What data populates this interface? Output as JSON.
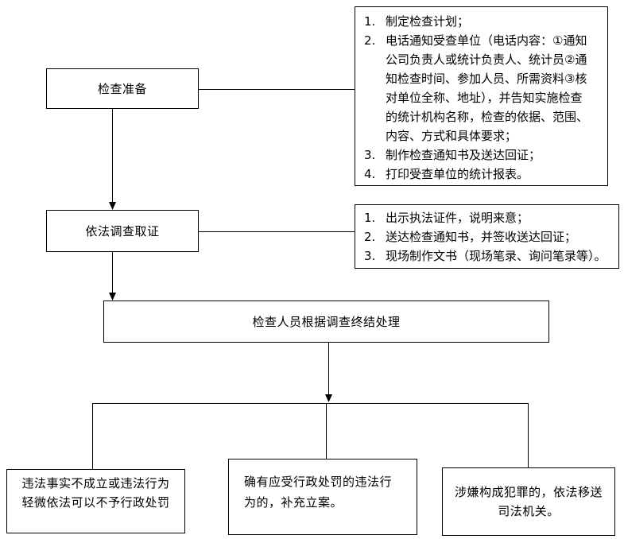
{
  "colors": {
    "line": "#000000",
    "background": "#ffffff"
  },
  "steps": {
    "prepare": {
      "label": "检查准备",
      "details": [
        {
          "num": "1.",
          "lines": [
            "制定检查计划；"
          ]
        },
        {
          "num": "2.",
          "lines": [
            "电话通知受查单位（电话内容：①通知",
            "公司负责人或统计负责人、统计员②通",
            "知检查时间、参加人员、所需资料③核",
            "对单位全称、地址），并告知实施检查",
            "的统计机构名称，检查的依据、范围、",
            "内容、方式和具体要求；"
          ]
        },
        {
          "num": "3.",
          "lines": [
            "制作检查通知书及送达回证；"
          ]
        },
        {
          "num": "4.",
          "lines": [
            "打印受查单位的统计报表。"
          ]
        }
      ]
    },
    "investigate": {
      "label": "依法调查取证",
      "details": [
        {
          "num": "1.",
          "lines": [
            "出示执法证件，说明来意；"
          ]
        },
        {
          "num": "2.",
          "lines": [
            "送达检查通知书，并签收送达回证；"
          ]
        },
        {
          "num": "3.",
          "lines": [
            "现场制作文书（现场笔录、询问笔录等）。"
          ]
        }
      ]
    },
    "conclude": {
      "label": "检查人员根据调查终结处理"
    }
  },
  "outcomes": [
    {
      "lines": [
        "违法事实不成立或违法行为",
        "轻微依法可以不予行政处罚"
      ]
    },
    {
      "lines": [
        "确有应受行政处罚的违法行",
        "为的，补充立案。"
      ]
    },
    {
      "lines": [
        "涉嫌构成犯罪的，依法移送",
        "司法机关。"
      ]
    }
  ]
}
